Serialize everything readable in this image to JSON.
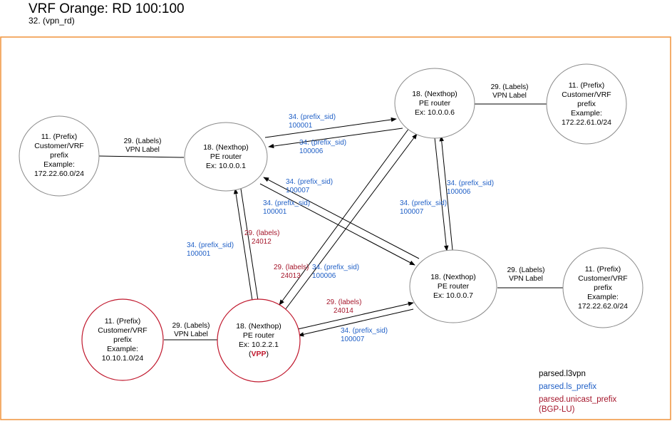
{
  "title": "VRF Orange: RD 100:100",
  "subtitle": "32. (vpn_rd)",
  "colors": {
    "frame": "#f0923a",
    "black": "#000000",
    "blue": "#1f5fc6",
    "red": "#a5162b",
    "node_stroke": "#8a8a8a",
    "vpp_stroke": "#c0182d"
  },
  "nodes": {
    "pfx60": {
      "lines": [
        "11. (Prefix)",
        "Customer/VRF",
        "prefix",
        "Example:",
        "172.22.60.0/24"
      ]
    },
    "pe1": {
      "lines": [
        "18. (Nexthop)",
        "PE router",
        "Ex: 10.0.0.1"
      ]
    },
    "pe6": {
      "lines": [
        "18. (Nexthop)",
        "PE router",
        "Ex: 10.0.0.6"
      ]
    },
    "pfx61": {
      "lines": [
        "11. (Prefix)",
        "Customer/VRF",
        "prefix",
        "Example:",
        "172.22.61.0/24"
      ]
    },
    "pe7": {
      "lines": [
        "18. (Nexthop)",
        "PE router",
        "Ex: 10.0.0.7"
      ]
    },
    "pfx62": {
      "lines": [
        "11. (Prefix)",
        "Customer/VRF",
        "prefix",
        "Example:",
        "172.22.62.0/24"
      ]
    },
    "pfx10": {
      "lines": [
        "11. (Prefix)",
        "Customer/VRF",
        "prefix",
        "Example:",
        "10.10.1.0/24"
      ]
    },
    "vpp": {
      "lines": [
        "18. (Nexthop)",
        "PE router",
        "Ex: 10.2.2.1"
      ],
      "tag_open": "(",
      "tag": "VPP",
      "tag_close": ")"
    }
  },
  "labels": {
    "vpn_label_1": [
      "29. (Labels)",
      "VPN Label"
    ],
    "vpn_label_2": [
      "29. (Labels)",
      "VPN Label"
    ],
    "vpn_label_3": [
      "29. (Labels)",
      "VPN Label"
    ],
    "vpn_label_4": [
      "29. (Labels)",
      "VPN Label"
    ],
    "sid_pe1_pe6": [
      "34. (prefix_sid)",
      "100001"
    ],
    "sid_pe6_pe1": [
      "34. (prefix_sid)",
      "100006"
    ],
    "sid_pe7_pe1": [
      "34. (prefix_sid)",
      "100007"
    ],
    "sid_pe1_pe7": [
      "34. (prefix_sid)",
      "100001"
    ],
    "sid_pe6_pe7": [
      "34. (prefix_sid)",
      "100006"
    ],
    "sid_pe7_pe6": [
      "34. (prefix_sid)",
      "100007"
    ],
    "sid_vpp_pe1": [
      "34. (prefix_sid)",
      "100001"
    ],
    "lbl_pe1_vpp": [
      "29. (labels)",
      "24012"
    ],
    "lbl_vpp_pe6": [
      "29. (labels)",
      "24013"
    ],
    "sid_pe6_vpp": [
      "34. (prefix_sid)",
      "100006"
    ],
    "lbl_vpp_pe7": [
      "29. (labels)",
      "24014"
    ],
    "sid_pe7_vpp": [
      "34. (prefix_sid)",
      "100007"
    ]
  },
  "legend": {
    "l3vpn": "parsed.l3vpn",
    "ls_prefix": "parsed.ls_prefix",
    "unicast_line1": "parsed.unicast_prefix",
    "unicast_line2": "(BGP-LU)"
  }
}
